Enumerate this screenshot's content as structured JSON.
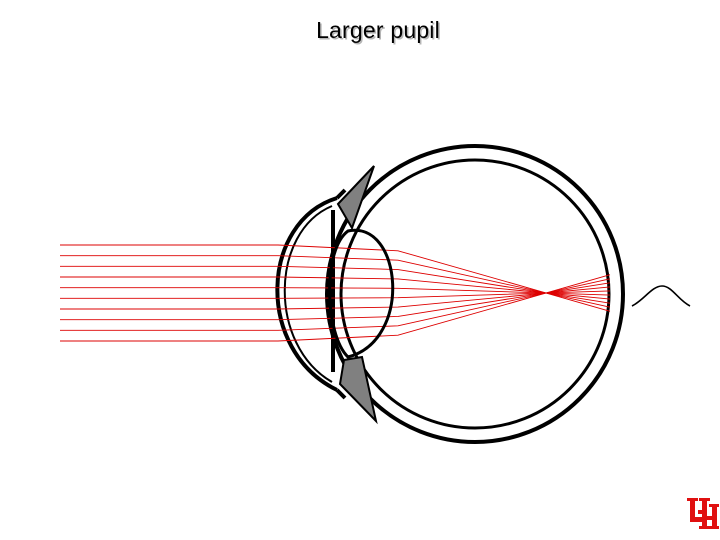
{
  "slide": {
    "title": "Larger pupil"
  },
  "diagram": {
    "ray_count": 10,
    "colors": {
      "rays": "#dd0000",
      "iris": "#808080",
      "outline": "#000000",
      "logo": "#e01010"
    },
    "logo": {
      "text": "UH",
      "kind": "university-monogram"
    }
  }
}
